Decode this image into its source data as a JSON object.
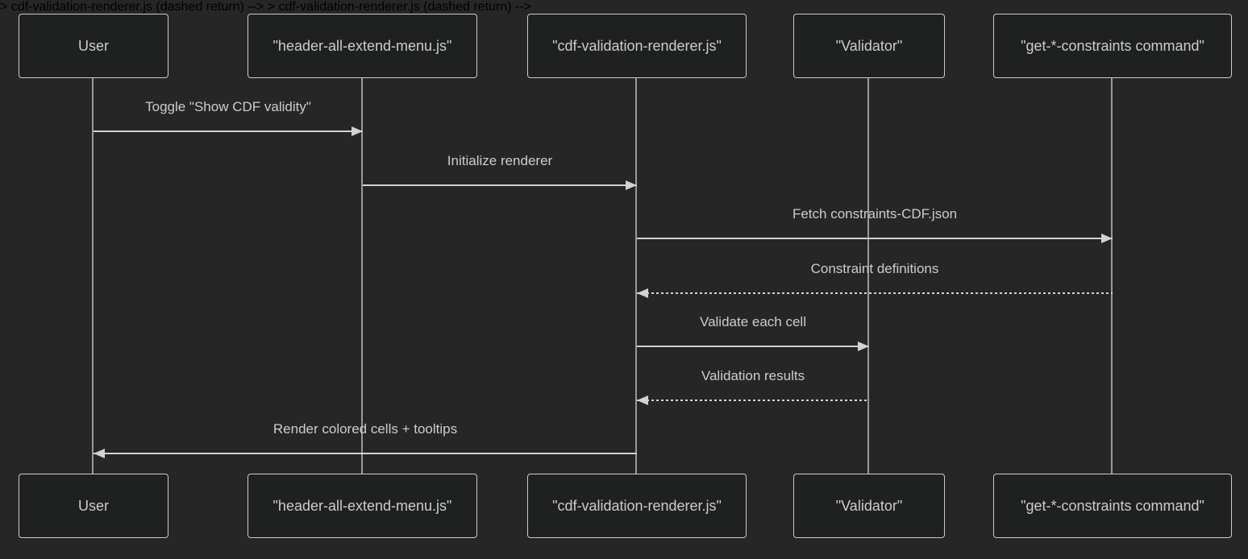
{
  "diagram": {
    "type": "sequence-diagram",
    "theme": {
      "background": "#262626",
      "actor_fill": "#1f2020",
      "actor_border": "#cccccc",
      "actor_text": "#cccccc",
      "lifeline_color": "#999999",
      "signal_color": "#d3d3d3",
      "message_text": "#cccccc"
    },
    "actors": [
      {
        "label": "User"
      },
      {
        "label": "\"header-all-extend-menu.js\""
      },
      {
        "label": "\"cdf-validation-renderer.js\""
      },
      {
        "label": "\"Validator\""
      },
      {
        "label": "\"get-*-constraints command\""
      }
    ],
    "messages": [
      {
        "from": "User",
        "to": "header-all-extend-menu.js",
        "label": "Toggle \"Show CDF validity\"",
        "line": "solid",
        "direction": "right"
      },
      {
        "from": "header-all-extend-menu.js",
        "to": "cdf-validation-renderer.js",
        "label": "Initialize renderer",
        "line": "solid",
        "direction": "right"
      },
      {
        "from": "cdf-validation-renderer.js",
        "to": "get-*-constraints command",
        "label": "Fetch constraints-CDF.json",
        "line": "solid",
        "direction": "right"
      },
      {
        "from": "get-*-constraints command",
        "to": "cdf-validation-renderer.js",
        "label": "Constraint definitions",
        "line": "dashed",
        "direction": "left"
      },
      {
        "from": "cdf-validation-renderer.js",
        "to": "Validator",
        "label": "Validate each cell",
        "line": "solid",
        "direction": "right"
      },
      {
        "from": "Validator",
        "to": "cdf-validation-renderer.js",
        "label": "Validation results",
        "line": "dashed",
        "direction": "left"
      },
      {
        "from": "cdf-validation-renderer.js",
        "to": "User",
        "label": "Render colored cells + tooltips",
        "line": "solid",
        "direction": "left"
      }
    ]
  }
}
